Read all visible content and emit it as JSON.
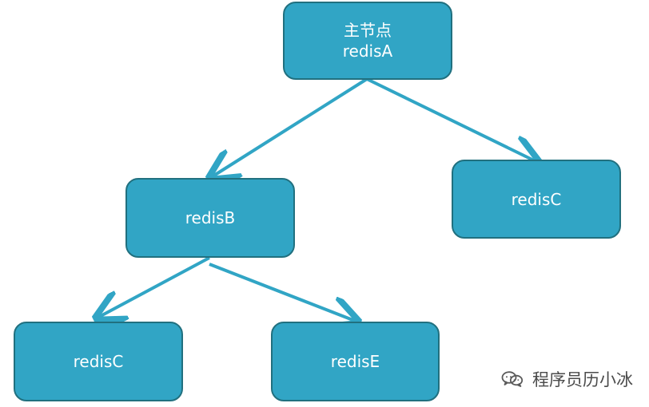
{
  "diagram": {
    "nodes": {
      "redis_a": {
        "title": "主节点",
        "label": "redisA"
      },
      "redis_b": {
        "label": "redisB"
      },
      "redis_c_right": {
        "label": "redisC"
      },
      "redis_c_left": {
        "label": "redisC"
      },
      "redis_e": {
        "label": "redisE"
      }
    },
    "colors": {
      "node_fill": "#31a5c5",
      "node_border": "#21707f",
      "arrow": "#31a5c5",
      "text": "#ffffff"
    }
  },
  "watermark": {
    "icon": "wechat-icon",
    "text": "程序员历小冰"
  }
}
